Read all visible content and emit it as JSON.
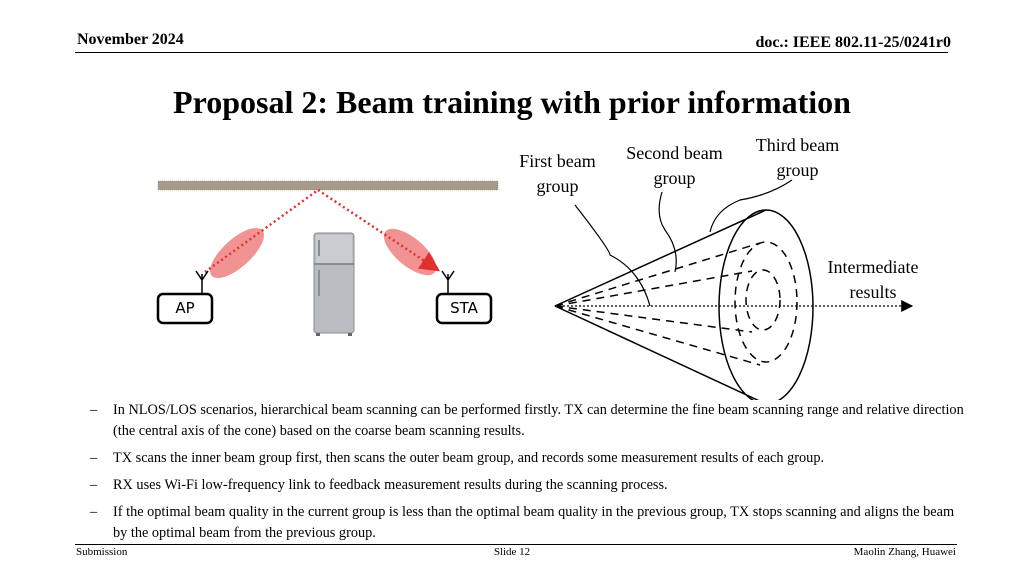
{
  "header": {
    "date": "November 2024",
    "doc": "doc.: IEEE 802.11-25/0241r0"
  },
  "title": "Proposal 2: Beam training with prior information",
  "diagram": {
    "ap_label": "AP",
    "sta_label": "STA",
    "first_group_line1": "First beam",
    "first_group_line2": "group",
    "second_group_line1": "Second beam",
    "second_group_line2": "group",
    "third_group_line1": "Third beam",
    "third_group_line2": "group",
    "intermediate_line1": "Intermediate",
    "intermediate_line2": "results",
    "colors": {
      "beam_lobe": "#f08080",
      "ray": "#e03030",
      "ceiling": "#a89a8c"
    }
  },
  "bullets": [
    "In NLOS/LOS scenarios, hierarchical beam scanning can be performed firstly. TX can determine the fine beam scanning range and relative direction (the central axis of the cone) based on the coarse beam scanning results.",
    "TX scans the inner beam group first, then scans the outer beam group, and records some measurement results of each group.",
    "RX uses Wi-Fi low-frequency link to feedback measurement results during the scanning process.",
    "If the optimal beam quality in the current group is less than the optimal beam quality in the previous group, TX stops scanning and aligns the beam by the optimal beam from the previous group."
  ],
  "bullet_marker": "–",
  "footer": {
    "left": "Submission",
    "center": "Slide 12",
    "right": "Maolin Zhang, Huawei"
  }
}
